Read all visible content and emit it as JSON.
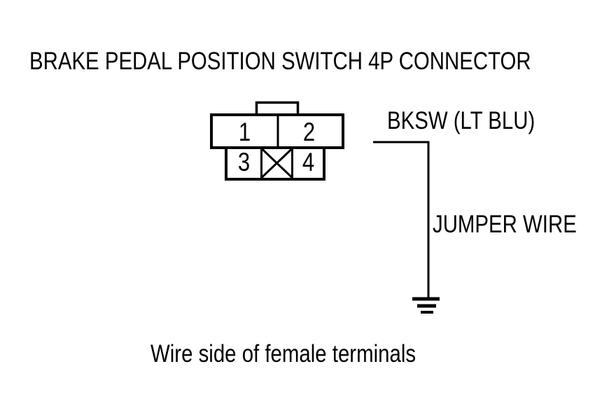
{
  "colors": {
    "ink": "#000000",
    "background": "#ffffff"
  },
  "header": {
    "title": "BRAKE PEDAL POSITION SWITCH 4P CONNECTOR"
  },
  "connector": {
    "pins": [
      "1",
      "2",
      "3",
      "4"
    ]
  },
  "wire": {
    "signal_label": "BKSW (LT BLU)",
    "jumper_label": "JUMPER WIRE"
  },
  "footer": {
    "caption": "Wire side of female terminals"
  }
}
